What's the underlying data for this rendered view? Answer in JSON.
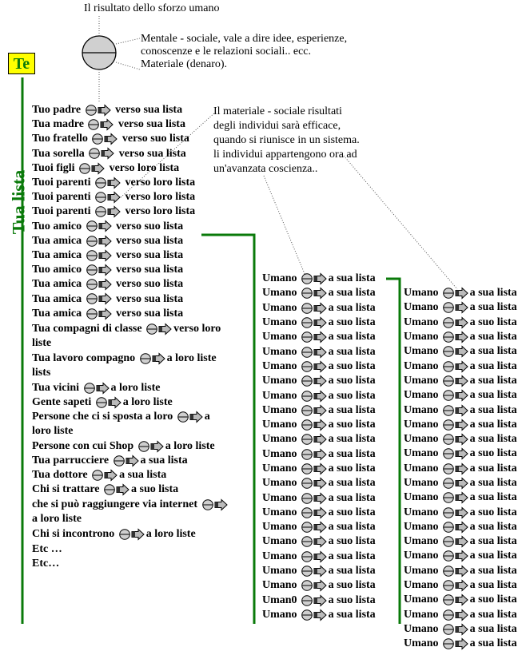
{
  "header": {
    "title": "Il risultato dello sforzo umano",
    "note_lines": [
      "Mentale - sociale, vale a dire idee, esperienze,",
      "conoscenze e le relazioni  sociali..  ecc.",
      "Materiale (denaro)."
    ]
  },
  "te_label": "Te",
  "side_label": "Tua lista",
  "middle_note": [
    "Il materiale - sociale risultati",
    "degli individui sarà efficace,",
    "quando si riunisce in un sistema.",
    "li individui appartengono ora ad",
    "un'avanzata coscienza.."
  ],
  "left_list": [
    {
      "pre": "Tuo padre",
      "post": "verso sua lista"
    },
    {
      "pre": "Tua madre",
      "post": "verso sua lista"
    },
    {
      "pre": "Tuo fratello",
      "post": "verso suo lista"
    },
    {
      "pre": "Tua sorella",
      "post": "verso sua lista"
    },
    {
      "pre": "Tuoi figli",
      "post": "verso loro lista"
    },
    {
      "pre": "Tuoi parenti",
      "post": "verso loro lista"
    },
    {
      "pre": "Tuoi parenti",
      "post": "verso loro lista"
    },
    {
      "pre": "Tuoi parenti",
      "post": "verso loro lista"
    },
    {
      "pre": "Tuo amico",
      "post": "verso suo lista"
    },
    {
      "pre": "Tua amica",
      "post": "verso sua lista"
    },
    {
      "pre": "Tua amica",
      "post": "verso sua lista"
    },
    {
      "pre": "Tuo amico",
      "post": "verso sua lista"
    },
    {
      "pre": "Tua amica",
      "post": "verso suo lista"
    },
    {
      "pre": "Tua amica",
      "post": "verso sua lista"
    },
    {
      "pre": "Tua amica",
      "post": "verso sua lista"
    }
  ],
  "left_list2": [
    {
      "pre": "Tua compagni di classe",
      "post": "verso loro",
      "cont": "liste"
    },
    {
      "pre": "Tua lavoro compagno",
      "post": "a loro liste",
      "cont": "lists"
    },
    {
      "pre": "Tua vicini",
      "post": "a loro liste"
    },
    {
      "pre": "Gente sapeti",
      "post": "a loro liste"
    },
    {
      "pre": "Persone che ci si sposta a loro",
      "post": "a",
      "cont": "loro liste"
    },
    {
      "pre": "Persone con cui Shop",
      "post": "a loro liste"
    },
    {
      "pre": "Tua parrucciere",
      "post": "a sua lista"
    },
    {
      "pre": "Tua dottore",
      "post": "a sua lista"
    },
    {
      "pre": "Chi si trattare",
      "post": "a suo lista"
    },
    {
      "pre": "che si può raggiungere  via internet",
      "post": "",
      "cont": "a loro liste"
    },
    {
      "pre": "Chi si incontrono",
      "post": "a loro liste"
    },
    {
      "pre": "Etc …",
      "post": null
    },
    {
      "pre": "Etc…",
      "post": null
    }
  ],
  "col2": {
    "rows": [
      [
        "Umano",
        "a sua lista"
      ],
      [
        "Umano",
        "a sua lista"
      ],
      [
        "Umano",
        "a sua lista"
      ],
      [
        "Umano",
        "a suo lista"
      ],
      [
        "Umano",
        "a sua lista"
      ],
      [
        "Umano",
        "a sua lista"
      ],
      [
        "Umano",
        "a suo lista"
      ],
      [
        "Umano",
        "a suo lista"
      ],
      [
        "Umano",
        "a suo lista"
      ],
      [
        "Umano",
        "a sua lista"
      ],
      [
        "Umano",
        "a suo lista"
      ],
      [
        "Umano",
        "a sua lista"
      ],
      [
        "Umano",
        "a sua lista"
      ],
      [
        "Umano",
        "a suo lista"
      ],
      [
        "Umano",
        "a sua lista"
      ],
      [
        "Umano",
        "a sua lista"
      ],
      [
        "Umano",
        "a suo lista"
      ],
      [
        "Umano",
        "a sua lista"
      ],
      [
        "Umano",
        "a suo lista"
      ],
      [
        "Umano",
        "a sua lista"
      ],
      [
        "Umano",
        "a sua lista"
      ],
      [
        "Umano",
        "a suo lista"
      ],
      [
        "Uman0",
        "a suo lista"
      ],
      [
        "Umano",
        "a sua lista"
      ]
    ]
  },
  "col3": {
    "rows": [
      [
        "Umano",
        "a sua lista"
      ],
      [
        "Umano",
        "a sua lista"
      ],
      [
        "Umano",
        "a suo lista"
      ],
      [
        "Umano",
        "a sua lista"
      ],
      [
        "Umano",
        "a sua lista"
      ],
      [
        "Umano",
        "a sua lista"
      ],
      [
        "Umano",
        "a sua lista"
      ],
      [
        "Umano",
        "a sua lista"
      ],
      [
        "Umano",
        "a sua lista"
      ],
      [
        "Umano",
        "a sua lista"
      ],
      [
        "Umano",
        "a sua lista"
      ],
      [
        "Umano",
        "a suo lista"
      ],
      [
        "Umano",
        "a sua lista"
      ],
      [
        "Umano",
        "a sua lista"
      ],
      [
        "Umano",
        "a sua lista"
      ],
      [
        "Umano",
        "a suo lista"
      ],
      [
        "Umano",
        "a sua lista"
      ],
      [
        "Umano",
        "a sua lista"
      ],
      [
        "Umano",
        "a sua lista"
      ],
      [
        "Umano",
        "a sua lista"
      ],
      [
        "Umano",
        "a sua lista"
      ],
      [
        "Umano",
        "a suo lista"
      ],
      [
        "Umano",
        "a sua lista"
      ],
      [
        "Umano",
        "a sua lista"
      ],
      [
        "Umano",
        "a sua lista"
      ]
    ]
  },
  "colors": {
    "green": "#0a7a0a",
    "yellow": "#ffff00"
  }
}
